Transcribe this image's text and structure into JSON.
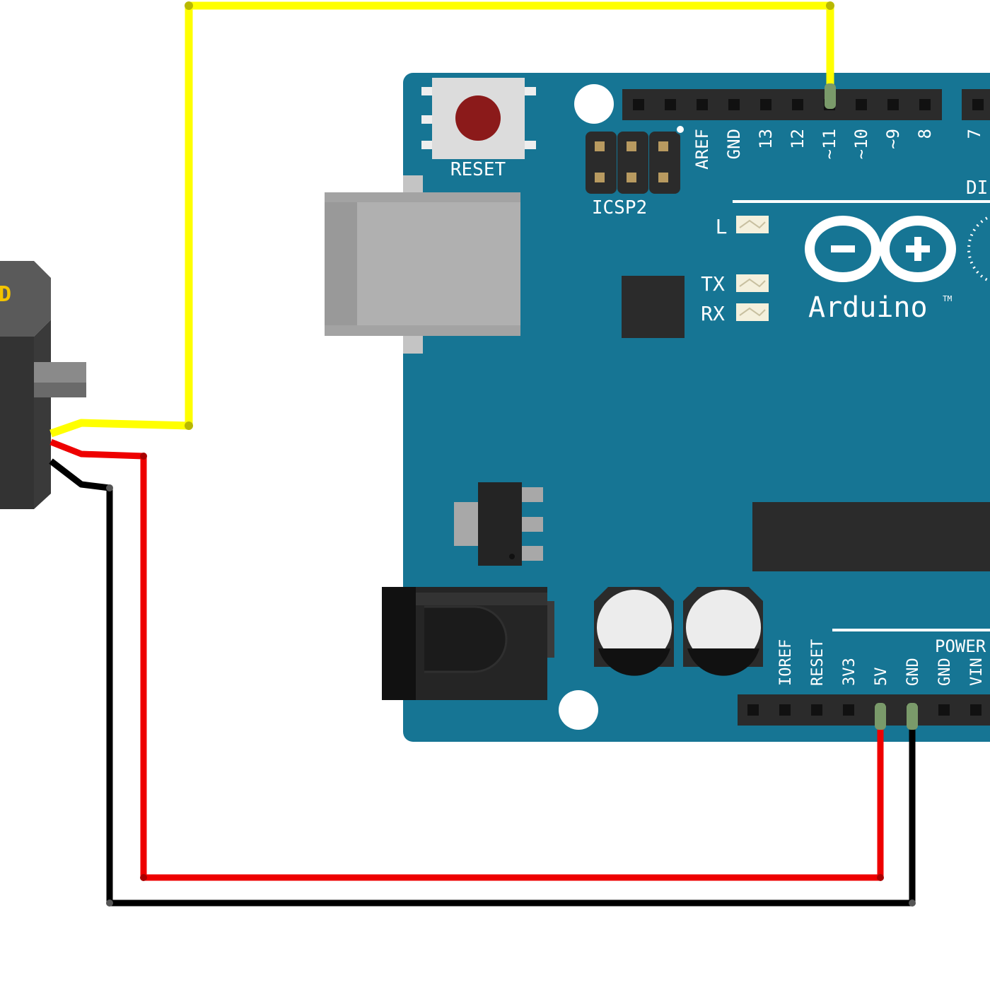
{
  "board": {
    "reset_label": "RESET",
    "icsp_label": "ICSP2",
    "led_l_label": "L",
    "led_tx_label": "TX",
    "led_rx_label": "RX",
    "logo_text": "Arduino",
    "logo_tm": "TM",
    "digital_label": "DI",
    "power_label": "POWER",
    "digital_pins": [
      "AREF",
      "GND",
      "13",
      "12",
      "~11",
      "~10",
      "~9",
      "8",
      "7"
    ],
    "power_pins": [
      "IOREF",
      "RESET",
      "3V3",
      "5V",
      "GND",
      "GND",
      "VIN"
    ],
    "colors": {
      "pcb": "#167594",
      "header": "#2c2c2c",
      "silk": "#ffffff"
    }
  },
  "servo": {
    "label_fragment": "D",
    "colors": {
      "body": "#3a3a3a",
      "accent": "#f3c400"
    }
  },
  "wires": [
    {
      "name": "signal",
      "from": "servo",
      "to": "~11",
      "color": "#ffff00"
    },
    {
      "name": "power",
      "from": "servo",
      "to": "5V",
      "color": "#ee0000"
    },
    {
      "name": "ground",
      "from": "servo",
      "to": "GND",
      "color": "#000000"
    }
  ]
}
